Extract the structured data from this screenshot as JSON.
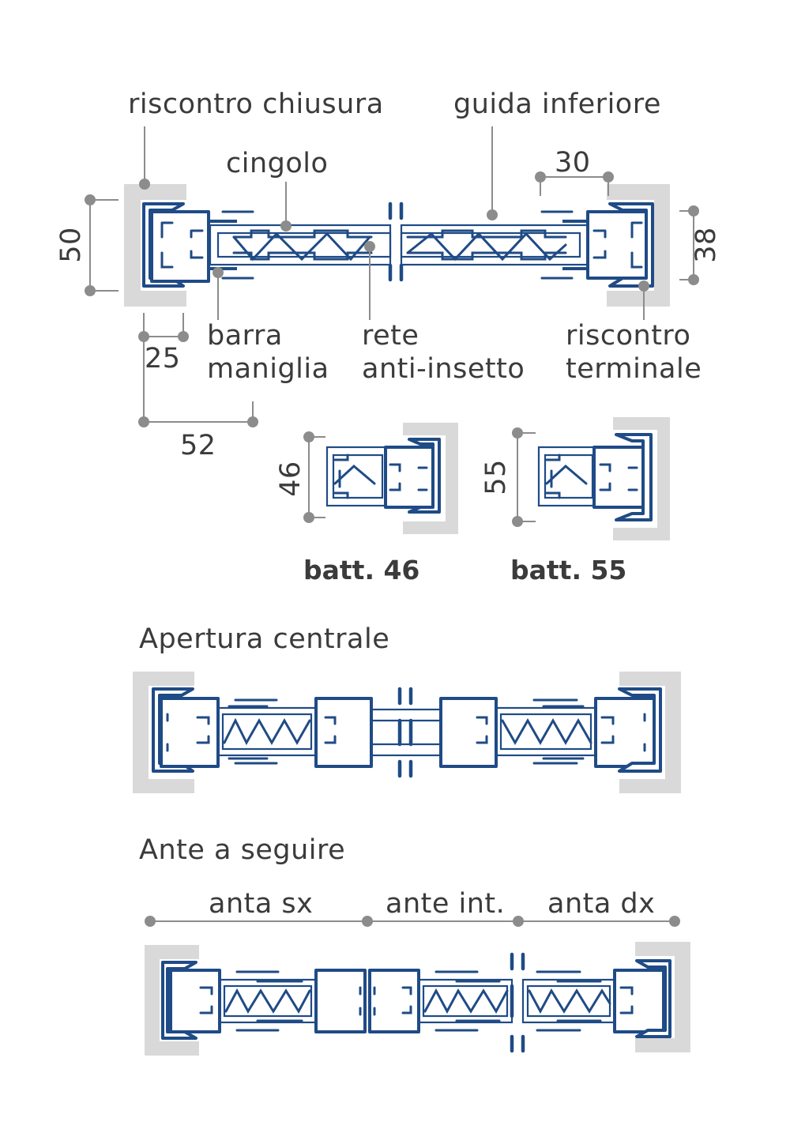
{
  "colors": {
    "profile": "#1f4b86",
    "wall": "#d9d9d9",
    "dimension": "#8c8c8c",
    "text": "#3b3b3b"
  },
  "labels": {
    "riscontro_chiusura": "riscontro chiusura",
    "guida_inferiore": "guida inferiore",
    "cingolo": "cingolo",
    "dim_30": "30",
    "dim_50": "50",
    "dim_38": "38",
    "dim_25": "25",
    "dim_52": "52",
    "barra_1": "barra",
    "barra_2": "maniglia",
    "rete_1": "rete",
    "rete_2": "anti-insetto",
    "riscontro_t1": "riscontro",
    "riscontro_t2": "terminale",
    "dim_46": "46",
    "dim_55": "55",
    "batt_46": "batt. 46",
    "batt_55": "batt. 55",
    "apertura_centrale": "Apertura centrale",
    "ante_a_seguire": "Ante a seguire",
    "anta_sx": "anta sx",
    "ante_int": "ante int.",
    "anta_dx": "anta dx"
  }
}
